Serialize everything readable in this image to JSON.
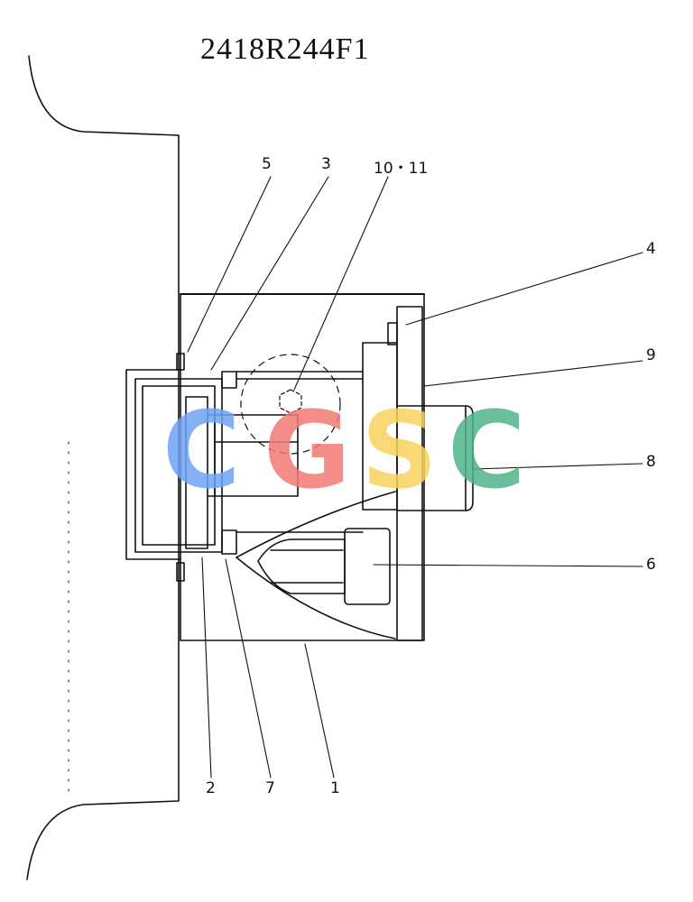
{
  "drawing": {
    "part_number": "2418R244F1",
    "callouts": {
      "c5": "5",
      "c3": "3",
      "c10_11": "10・11",
      "c4": "4",
      "c9": "9",
      "c8": "8",
      "c6": "6",
      "c2": "2",
      "c7": "7",
      "c1": "1"
    }
  },
  "watermark": {
    "letters": [
      "C",
      "G",
      "S",
      "C"
    ],
    "colors": [
      "#6fa3f5",
      "#f07a73",
      "#f8d35e",
      "#4fb38a"
    ]
  }
}
